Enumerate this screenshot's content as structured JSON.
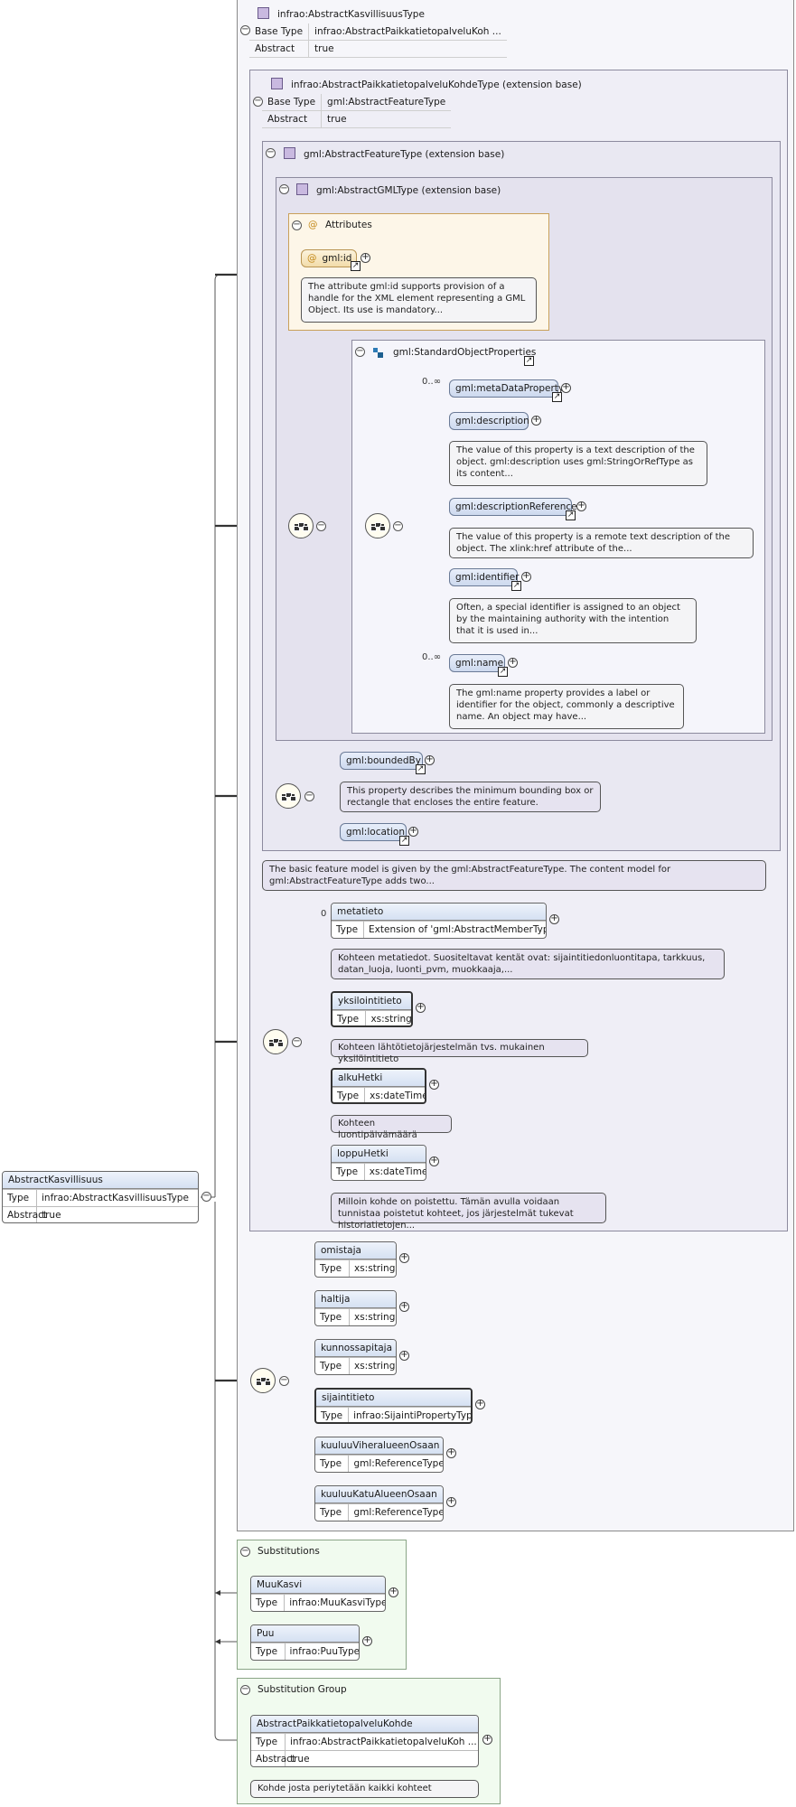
{
  "root_element": {
    "name": "AbstractKasvillisuus",
    "type_key": "Type",
    "type": "infrao:AbstractKasvillisuusType",
    "abstract_key": "Abstract",
    "abstract": "true"
  },
  "complex_type": {
    "name": "infrao:AbstractKasvillisuusType",
    "base_type_key": "Base Type",
    "base_type": "infrao:AbstractPaikkatietopalveluKoh ...",
    "abstract_key": "Abstract",
    "abstract": "true"
  },
  "ext_paikka": {
    "name": "infrao:AbstractPaikkatietopalveluKohdeType (extension base)",
    "base_type_key": "Base Type",
    "base_type": "gml:AbstractFeatureType",
    "abstract_key": "Abstract",
    "abstract": "true"
  },
  "ext_feature": {
    "name": "gml:AbstractFeatureType (extension base)"
  },
  "ext_gml": {
    "name": "gml:AbstractGMLType (extension base)"
  },
  "attributes": {
    "title": "Attributes",
    "id_name": "gml:id",
    "id_doc": "The attribute gml:id supports provision of a handle for the XML element representing a GML Object. Its use is mandatory..."
  },
  "std_props": {
    "name": "gml:StandardObjectProperties",
    "meta": {
      "name": "gml:metaDataProperty",
      "card": "0..∞"
    },
    "desc": {
      "name": "gml:description",
      "doc": "The value of this property is a text description of the object. gml:description uses gml:StringOrRefType as its content..."
    },
    "descref": {
      "name": "gml:descriptionReference",
      "doc": "The value of this property is a remote text description of the object. The xlink:href attribute of the..."
    },
    "ident": {
      "name": "gml:identifier",
      "doc": "Often, a special identifier is assigned to an object by the maintaining authority with the intention that it is used in..."
    },
    "gname": {
      "name": "gml:name",
      "card": "0..∞",
      "doc": "The gml:name property provides a label or identifier for the object, commonly a descriptive name. An object may have..."
    }
  },
  "bounded": {
    "name": "gml:boundedBy",
    "doc": "This property describes the minimum bounding box or rectangle that encloses the entire feature."
  },
  "location": {
    "name": "gml:location"
  },
  "feature_doc": "The basic feature model is given by the gml:AbstractFeatureType. The content model for gml:AbstractFeatureType adds two...",
  "paikka_seq": [
    {
      "name": "metatieto",
      "card": "0",
      "type_key": "Type",
      "type": "Extension of 'gml:AbstractMemberType'",
      "doc": "Kohteen metatiedot. Suositeltavat kentät ovat: sijaintitiedonluontitapa, tarkkuus, datan_luoja, luonti_pvm, muokkaaja,..."
    },
    {
      "name": "yksilointitieto",
      "type_key": "Type",
      "type": "xs:string",
      "doc": "Kohteen lähtötietojärjestelmän tvs. mukainen yksilöintitieto"
    },
    {
      "name": "alkuHetki",
      "type_key": "Type",
      "type": "xs:dateTime",
      "doc": "Kohteen luontipäivämäärä"
    },
    {
      "name": "loppuHetki",
      "type_key": "Type",
      "type": "xs:dateTime",
      "doc": "Milloin kohde on poistettu. Tämän avulla voidaan tunnistaa poistetut kohteet, jos järjestelmät tukevat historiatietojen..."
    }
  ],
  "kasv_seq": [
    {
      "name": "omistaja",
      "type_key": "Type",
      "type": "xs:string"
    },
    {
      "name": "haltija",
      "type_key": "Type",
      "type": "xs:string"
    },
    {
      "name": "kunnossapitaja",
      "type_key": "Type",
      "type": "xs:string"
    },
    {
      "name": "sijaintitieto",
      "type_key": "Type",
      "type": "infrao:SijaintiPropertyType"
    },
    {
      "name": "kuuluuViheralueenOsaan",
      "type_key": "Type",
      "type": "gml:ReferenceType"
    },
    {
      "name": "kuuluuKatuAlueenOsaan",
      "type_key": "Type",
      "type": "gml:ReferenceType"
    }
  ],
  "substitutions": {
    "title": "Substitutions",
    "items": [
      {
        "name": "MuuKasvi",
        "type_key": "Type",
        "type": "infrao:MuuKasviType"
      },
      {
        "name": "Puu",
        "type_key": "Type",
        "type": "infrao:PuuType"
      }
    ]
  },
  "subst_group": {
    "title": "Substitution Group",
    "name": "AbstractPaikkatietopalveluKohde",
    "type_key": "Type",
    "type": "infrao:AbstractPaikkatietopalveluKoh ...",
    "abstract_key": "Abstract",
    "abstract": "true",
    "doc": "Kohde josta periytetään kaikki kohteet"
  },
  "icons": {
    "collapse": "−",
    "expand": "+",
    "link": "↗",
    "at": "@"
  }
}
